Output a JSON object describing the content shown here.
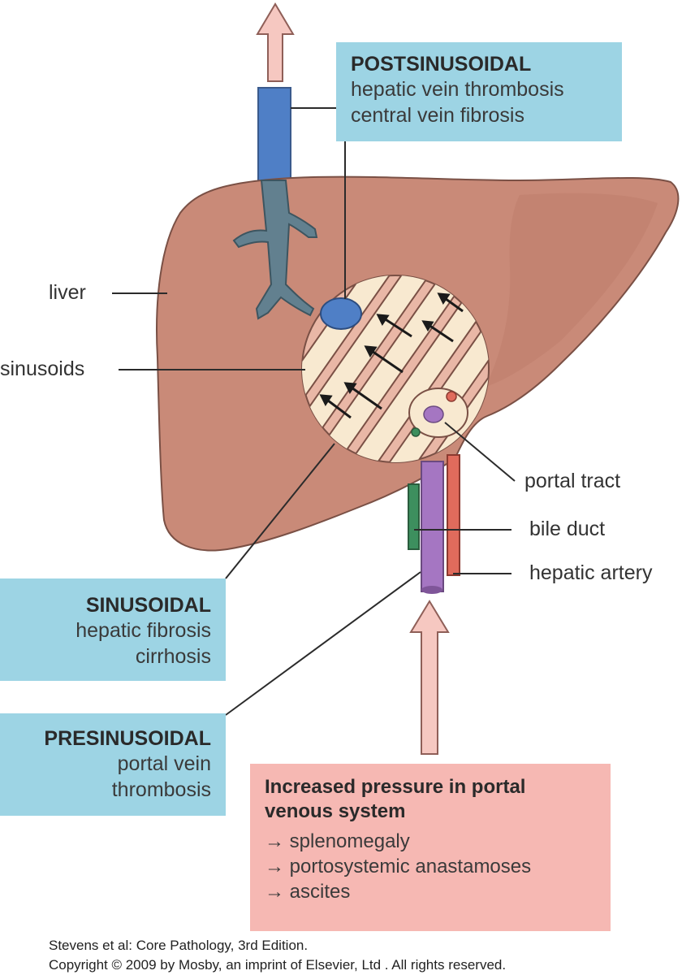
{
  "colors": {
    "liver": "#c98a78",
    "liver_edge": "#7a5045",
    "callout_blue": "#9dd4e4",
    "callout_pink": "#f6b8b3",
    "hepatic_vein": "#4f7fc6",
    "hepatic_vein_branches": "#62808f",
    "bile_duct": "#3d8f5e",
    "portal_vein": "#a576c2",
    "hepatic_artery": "#e06b5c",
    "arrow_fill": "#f6c8c1"
  },
  "labels": {
    "liver": "liver",
    "sinusoids": "sinusoids",
    "portal_tract": "portal tract",
    "bile_duct": "bile duct",
    "hepatic_artery": "hepatic artery"
  },
  "postsinusoidal": {
    "title": "POSTSINUSOIDAL",
    "items": [
      "hepatic vein thrombosis",
      "central vein fibrosis"
    ]
  },
  "sinusoidal": {
    "title": "SINUSOIDAL",
    "items": [
      "hepatic fibrosis",
      "cirrhosis"
    ]
  },
  "presinusoidal": {
    "title": "PRESINUSOIDAL",
    "items": [
      "portal vein",
      "thrombosis"
    ]
  },
  "portal_pressure": {
    "title_lines": [
      "Increased pressure in portal",
      "venous system"
    ],
    "items": [
      "→ splenomegaly",
      "→ portosystemic anastamoses",
      "→ ascites"
    ]
  },
  "credits": {
    "source": "Stevens et al: Core Pathology, 3rd Edition.",
    "copyright": "Copyright © 2009 by Mosby, an imprint of Elsevier, Ltd . All rights reserved."
  }
}
